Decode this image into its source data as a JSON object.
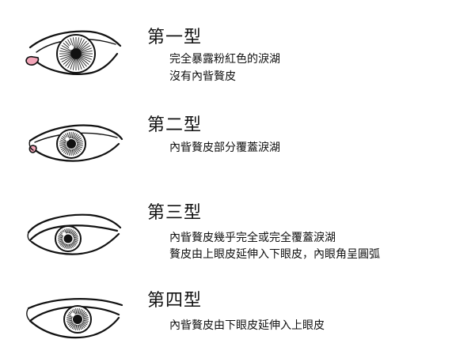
{
  "types": [
    {
      "title": "第一型",
      "lines": [
        "完全暴露粉紅色的淚湖",
        "沒有內眥贅皮"
      ],
      "caruncle_color": "#f3a5b8"
    },
    {
      "title": "第二型",
      "lines": [
        "內眥贅皮部分覆蓋淚湖"
      ],
      "caruncle_color": "#f3a5b8"
    },
    {
      "title": "第三型",
      "lines": [
        "內眥贅皮幾乎完全或完全覆蓋淚湖",
        "贅皮由上眼皮延伸入下眼皮，內眼角呈圓弧"
      ]
    },
    {
      "title": "第四型",
      "lines": [
        "內眥贅皮由下眼皮延伸入上眼皮"
      ]
    }
  ],
  "colors": {
    "line": "#111111",
    "caruncle": "#f3a5b8",
    "background": "#ffffff"
  }
}
